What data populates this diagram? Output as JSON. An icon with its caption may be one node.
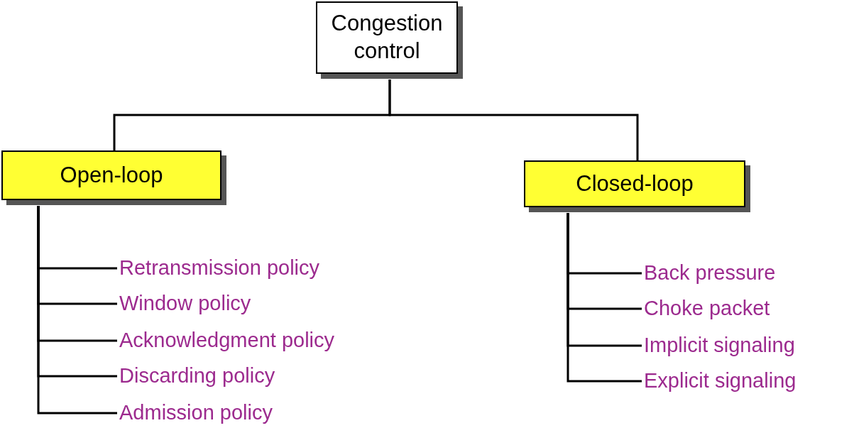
{
  "diagram": {
    "nodes": [
      {
        "text": [
          "Congestion control"
        ]
      },
      {
        "text": [
          "Open-loop"
        ]
      },
      {
        "text": [
          "Closed-loop"
        ]
      },
      {
        "text": [
          "Retransmission policy"
        ]
      },
      {
        "text": [
          "Window policy"
        ]
      },
      {
        "text": [
          "Acknowledgment policy"
        ]
      },
      {
        "text": [
          "Discarding policy"
        ]
      },
      {
        "text": [
          "Admission policy"
        ]
      },
      {
        "text": [
          "Back pressure"
        ]
      },
      {
        "text": [
          "Choke packet"
        ]
      },
      {
        "text": [
          "Implicit signaling"
        ]
      },
      {
        "text": [
          "Explicit signaling"
        ]
      }
    ],
    "edges": [
      {
        "from": 0,
        "to": 1,
        "arrow": "none"
      },
      {
        "from": 0,
        "to": 2,
        "arrow": "none"
      },
      {
        "from": 1,
        "to": 3,
        "arrow": "none"
      },
      {
        "from": 1,
        "to": 4,
        "arrow": "none"
      },
      {
        "from": 1,
        "to": 5,
        "arrow": "none"
      },
      {
        "from": 1,
        "to": 6,
        "arrow": "none"
      },
      {
        "from": 1,
        "to": 7,
        "arrow": "none"
      },
      {
        "from": 2,
        "to": 8,
        "arrow": "none"
      },
      {
        "from": 2,
        "to": 9,
        "arrow": "none"
      },
      {
        "from": 2,
        "to": 10,
        "arrow": "none"
      },
      {
        "from": 2,
        "to": 11,
        "arrow": "none"
      }
    ]
  }
}
